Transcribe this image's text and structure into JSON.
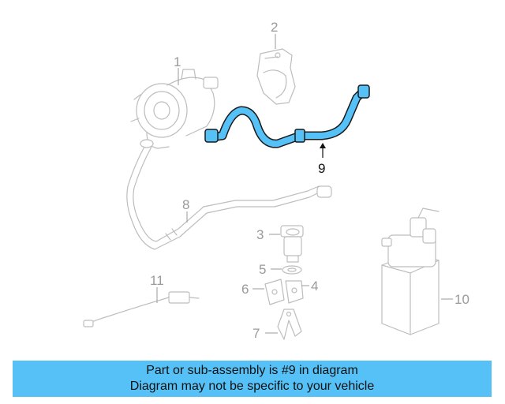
{
  "diagram": {
    "highlight_color": "#56c1f7",
    "callouts": {
      "c1": "1",
      "c2": "2",
      "c3": "3",
      "c4": "4",
      "c5": "5",
      "c6": "6",
      "c7": "7",
      "c8": "8",
      "c9": "9",
      "c10": "10",
      "c11": "11"
    }
  },
  "banner": {
    "line1": "Part or sub-assembly is #9 in diagram",
    "line2": "Diagram may not be specific to your vehicle",
    "color": "#56c1f7"
  }
}
